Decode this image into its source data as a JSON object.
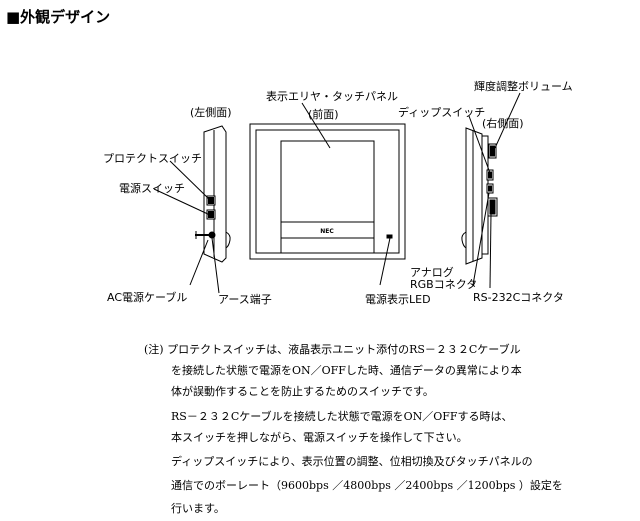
{
  "heading": "■外観デザイン",
  "labels": {
    "display_area": "表示エリヤ・タッチパネル",
    "brightness": "輝度調整ボリューム",
    "left_side": "(左側面)",
    "front": "(前面)",
    "dip_switch": "ディップスイッチ",
    "right_side": "(右側面)",
    "protect_switch": "プロテクトスイッチ",
    "power_switch": "電源スイッチ",
    "front_logo": "NEC",
    "analog_line1": "アナログ",
    "analog_line2": "RGBコネクタ",
    "ac_cable": "AC電源ケーブル",
    "earth": "アース端子",
    "power_led": "電源表示LED",
    "rs232c": "RS-232Cコネクタ"
  },
  "notes": [
    "(注) プロテクトスイッチは、液晶表示ユニット添付のRS－２３２Cケーブル",
    "を接続した状態で電源をON／OFFした時、通信データの異常により本",
    "体が誤動作することを防止するためのスイッチです。",
    "RS－２３２Cケーブルを接続した状態で電源をON／OFFする時は、",
    "本スイッチを押しながら、電源スイッチを操作して下さい。",
    "ディップスイッチにより、表示位置の調整、位相切換及びタッチパネルの",
    "通信でのボーレート（9600bps ／4800bps ／2400bps ／1200bps ）設定を",
    "行います。"
  ]
}
